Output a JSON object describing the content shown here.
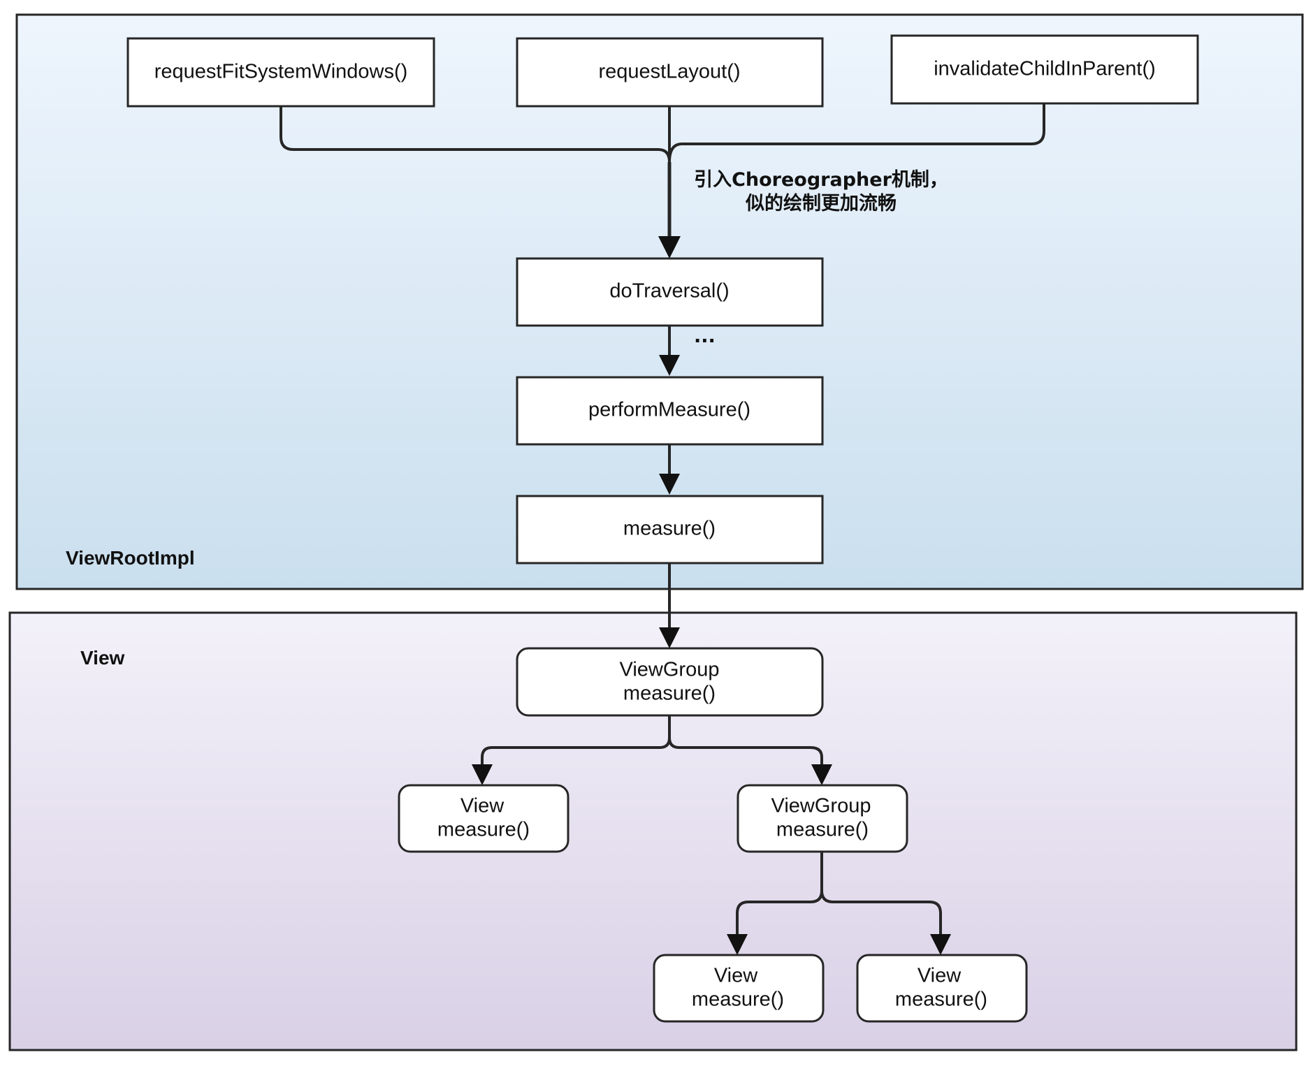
{
  "regions": {
    "viewrootimpl": {
      "label": "ViewRootImpl"
    },
    "view": {
      "label": "View"
    }
  },
  "nodes": {
    "request_fit_system_windows": {
      "lines": [
        "requestFitSystemWindows()"
      ]
    },
    "request_layout": {
      "lines": [
        "requestLayout()"
      ]
    },
    "invalidate_child_in_parent": {
      "lines": [
        "invalidateChildInParent()"
      ]
    },
    "do_traversal": {
      "lines": [
        "doTraversal()"
      ]
    },
    "perform_measure": {
      "lines": [
        "performMeasure()"
      ]
    },
    "measure": {
      "lines": [
        "measure()"
      ]
    },
    "viewgroup_root": {
      "lines": [
        "ViewGroup",
        "measure()"
      ]
    },
    "view_left": {
      "lines": [
        "View",
        "measure()"
      ]
    },
    "viewgroup_child": {
      "lines": [
        "ViewGroup",
        "measure()"
      ]
    },
    "view_bottom_left": {
      "lines": [
        "View",
        "measure()"
      ]
    },
    "view_bottom_right": {
      "lines": [
        "View",
        "measure()"
      ]
    }
  },
  "annotations": {
    "choreographer": {
      "lines": [
        "引入Choreographer机制，",
        "似的绘制更加流畅"
      ]
    },
    "ellipsis": "..."
  },
  "colors": {
    "viewrootimpl_top": "#eef5fd",
    "viewrootimpl_bottom": "#cadfee",
    "view_top": "#f3f1f9",
    "view_bottom": "#d9d0e6",
    "stroke": "#262626"
  }
}
